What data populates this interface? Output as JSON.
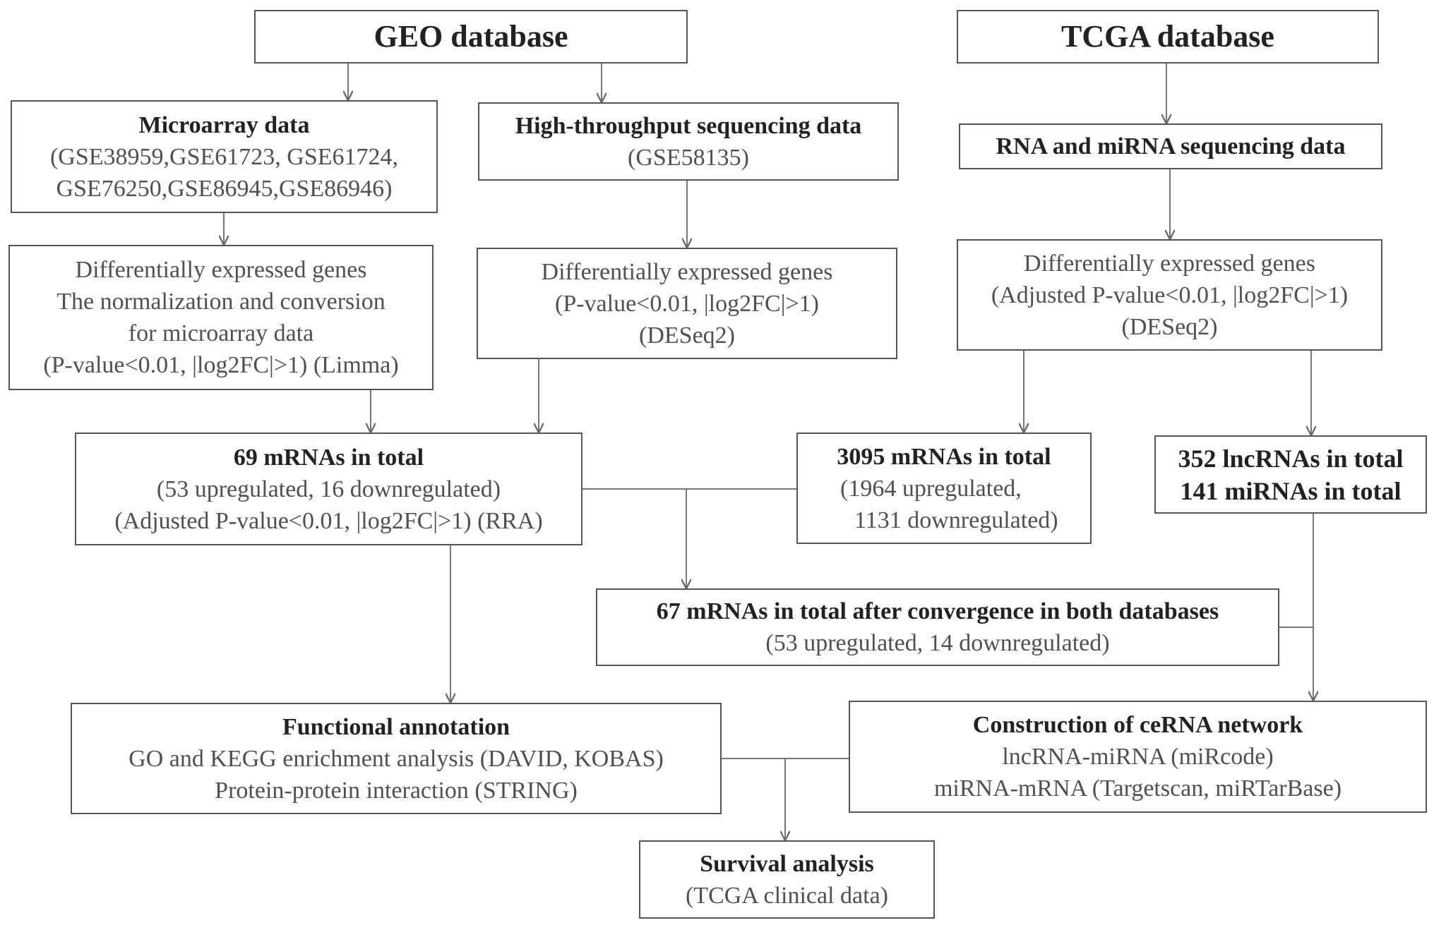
{
  "geo_database": {
    "title": "GEO database"
  },
  "tcga_database": {
    "title": "TCGA database"
  },
  "microarray": {
    "title": "Microarray data",
    "datasets_line1": "(GSE38959,GSE61723, GSE61724,",
    "datasets_line2": "GSE76250,GSE86945,GSE86946)"
  },
  "high_throughput": {
    "title": "High-throughput sequencing data",
    "dataset": "(GSE58135)"
  },
  "rna_mirna": {
    "title": "RNA and miRNA sequencing data"
  },
  "deg_microarray": {
    "line1": "Differentially expressed genes",
    "line2": "The normalization and conversion",
    "line3": "for microarray data",
    "line4": "(P-value<0.01, |log2FC|>1) (Limma)"
  },
  "deg_geo_seq": {
    "line1": "Differentially expressed genes",
    "line2": "(P-value<0.01, |log2FC|>1)",
    "line3": "(DESeq2)"
  },
  "deg_tcga": {
    "line1": "Differentially expressed genes",
    "line2": "(Adjusted P-value<0.01, |log2FC|>1)",
    "line3": "(DESeq2)"
  },
  "geo_total": {
    "title": "69 mRNAs in total",
    "line2": "(53 upregulated, 16 downregulated)",
    "line3": "(Adjusted P-value<0.01, |log2FC|>1) (RRA)"
  },
  "tcga_mrna_total": {
    "title": "3095 mRNAs in total",
    "line2": "(1964 upregulated,",
    "line3": "1131 downregulated)"
  },
  "tcga_lnc_mi_total": {
    "line1": "352 lncRNAs in total",
    "line2": "141 miRNAs in total"
  },
  "convergence": {
    "title": "67 mRNAs in total after convergence in both databases",
    "line2": "(53 upregulated, 14 downregulated)"
  },
  "functional_annotation": {
    "title": "Functional annotation",
    "line2": "GO and KEGG enrichment analysis (DAVID, KOBAS)",
    "line3": "Protein-protein interaction (STRING)"
  },
  "cerna_network": {
    "title": "Construction of ceRNA network",
    "line2": "lncRNA-miRNA (miRcode)",
    "line3": "miRNA-mRNA (Targetscan, miRTarBase)"
  },
  "survival": {
    "title": "Survival analysis",
    "line2": "(TCGA clinical data)"
  }
}
